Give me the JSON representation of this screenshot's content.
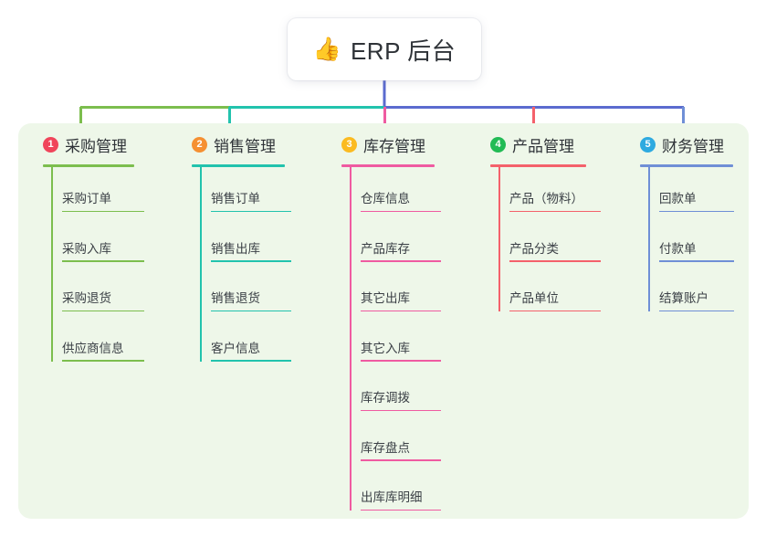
{
  "root": {
    "icon": "thumbs-up-icon",
    "emoji": "👍",
    "title": "ERP 后台"
  },
  "panel": {
    "background_color": "#eef7e9"
  },
  "connector": {
    "trunk_color": "#5b6bcf",
    "bus_left_color": "#7cbe4e",
    "bus_mid_color": "#22c3ad",
    "bus_right_color": "#5b6bcf"
  },
  "columns": [
    {
      "number": "1",
      "title": "采购管理",
      "badge_color": "#f0455b",
      "line_color": "#7cbe4e",
      "items": [
        "采购订单",
        "采购入库",
        "采购退货",
        "供应商信息"
      ]
    },
    {
      "number": "2",
      "title": "销售管理",
      "badge_color": "#f59032",
      "line_color": "#22c3ad",
      "items": [
        "销售订单",
        "销售出库",
        "销售退货",
        "客户信息"
      ]
    },
    {
      "number": "3",
      "title": "库存管理",
      "badge_color": "#fbbb21",
      "line_color": "#ef5ba1",
      "items": [
        "仓库信息",
        "产品库存",
        "其它出库",
        "其它入库",
        "库存调拨",
        "库存盘点",
        "出库库明细"
      ]
    },
    {
      "number": "4",
      "title": "产品管理",
      "badge_color": "#22bb55",
      "line_color": "#f4616b",
      "items": [
        "产品（物料）",
        "产品分类",
        "产品单位"
      ]
    },
    {
      "number": "5",
      "title": "财务管理",
      "badge_color": "#2eaae0",
      "line_color": "#6f8fd6",
      "items": [
        "回款单",
        "付款单",
        "结算账户"
      ]
    }
  ]
}
